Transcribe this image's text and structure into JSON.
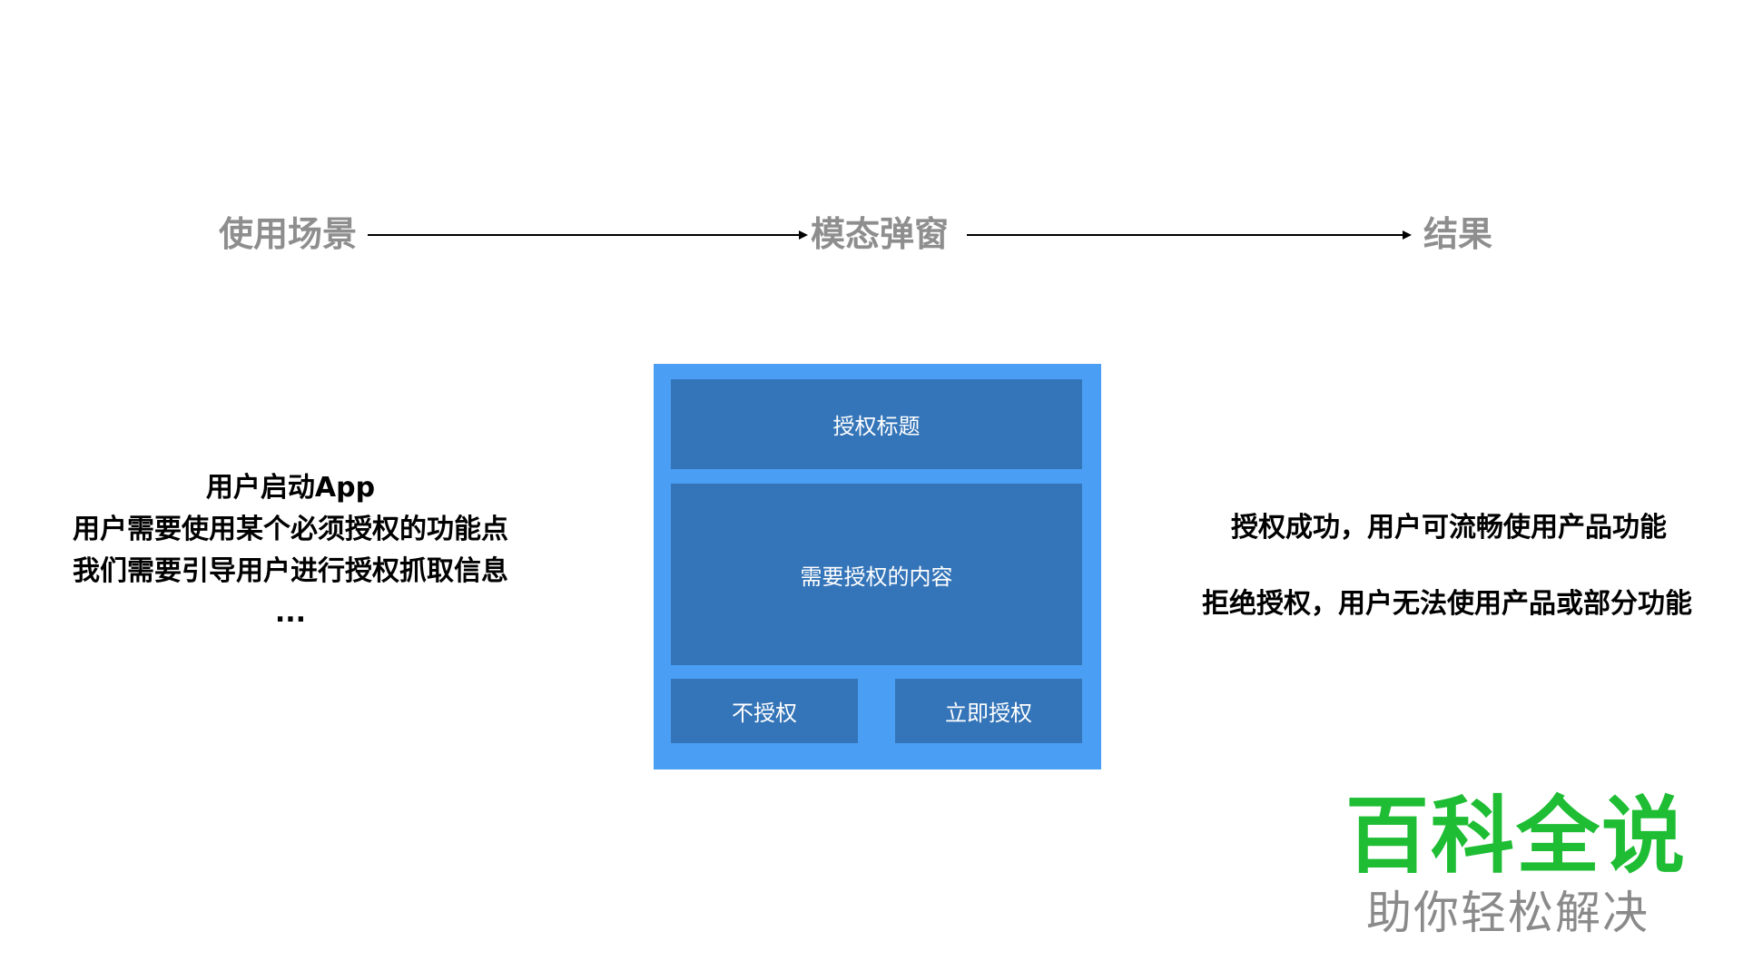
{
  "flow": {
    "step1": "使用场景",
    "step2": "模态弹窗",
    "step3": "结果"
  },
  "scenario": {
    "line1": "用户启动App",
    "line2": "用户需要使用某个必须授权的功能点",
    "line3": "我们需要引导用户进行授权抓取信息",
    "line4": "..."
  },
  "modal": {
    "title": "授权标题",
    "content": "需要授权的内容",
    "deny_button": "不授权",
    "allow_button": "立即授权"
  },
  "results": {
    "success": "授权成功，用户可流畅使用产品功能",
    "reject": "拒绝授权，用户无法使用产品或部分功能"
  },
  "watermark": {
    "main": "百科全说",
    "sub": "助你轻松解决"
  },
  "colors": {
    "modal_frame": "#4a9ff5",
    "modal_panel": "#3474b8",
    "flow_label": "#8e8e8e",
    "watermark_green": "#1ebd34",
    "watermark_gray": "#8a8a8a"
  }
}
